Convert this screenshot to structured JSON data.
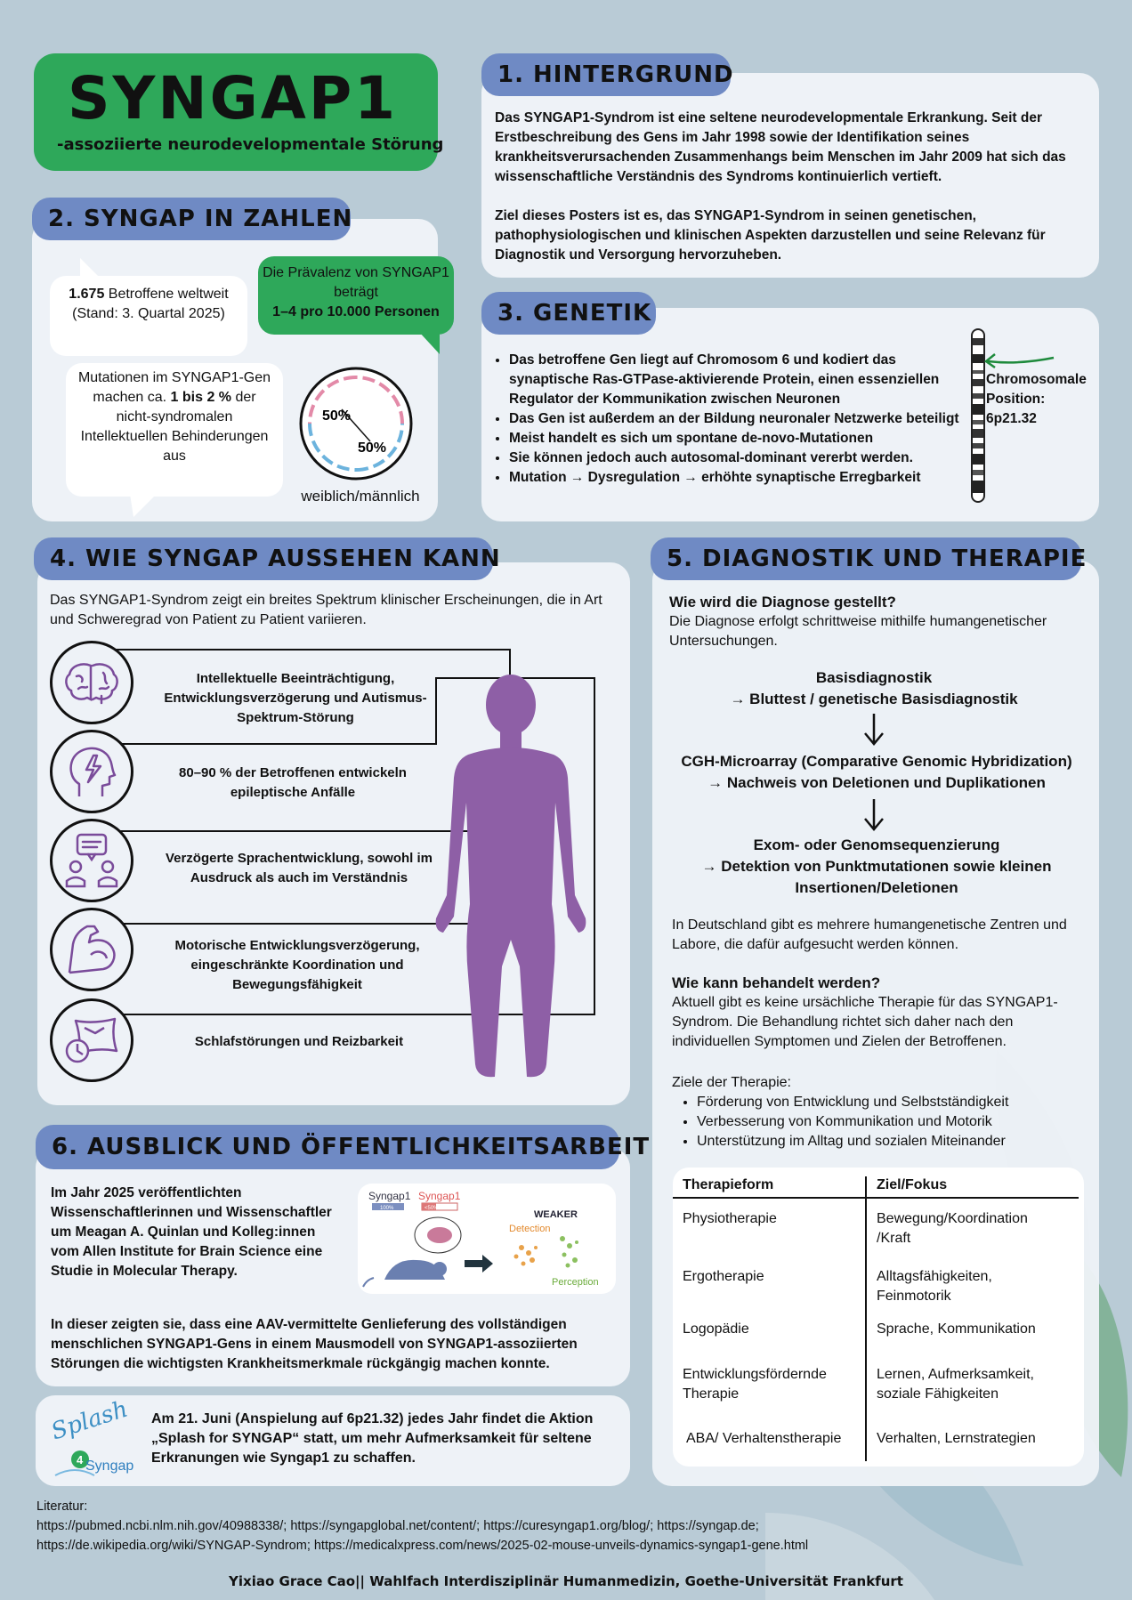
{
  "title": {
    "main": "SYNGAP1",
    "sub": "-assoziierte neurodevelopmentale Störung"
  },
  "sec1": {
    "header": "1.  HINTERGRUND",
    "p1": "Das SYNGAP1-Syndrom ist eine seltene neurodevelopmentale Erkrankung. Seit der Erstbeschreibung des Gens im Jahr 1998 sowie der Identifikation seines krankheitsverursachenden Zusammenhangs beim Menschen im Jahr 2009 hat sich das wissenschaftliche Verständnis des Syndroms kontinuierlich vertieft.",
    "p2": "Ziel dieses Posters ist es, das SYNGAP1-Syndrom in seinen genetischen, pathophysiologischen und klinischen Aspekten darzustellen und seine Relevanz für Diagnostik und Versorgung hervorzuheben."
  },
  "sec2": {
    "header": "2. SYNGAP IN ZAHLEN",
    "affected_number": "1.675",
    "affected_rest": " Betroffene weltweit",
    "affected_stand": "(Stand:  3. Quartal 2025)",
    "prev_line1": "Die Prävalenz von SYNGAP1 beträgt",
    "prev_line2": "1–4 pro 10.000 Personen",
    "mut_a": "Mutationen im SYNGAP1-Gen machen ca. ",
    "mut_b": "1 bis 2 %",
    "mut_c": " der nicht-syndromalen Intellektuellen Behinderungen aus",
    "ratio_female": "50%",
    "ratio_male": "50%",
    "ratio_label": "weiblich/männlich",
    "colors": {
      "female": "#e38aa8",
      "male": "#6cb3dd"
    }
  },
  "sec3": {
    "header": "3. GENETIK",
    "bullets": [
      "Das betroffene Gen liegt auf Chromosom 6 und kodiert das synaptische Ras-GTPase-aktivierende Protein, einen essenziellen Regulator der Kommunikation zwischen Neuronen",
      "Das Gen ist außerdem an der Bildung neuronaler Netzwerke beteiligt",
      "Meist handelt es sich um spontane de-novo-Mutationen",
      "Sie können jedoch auch autosomal-dominant vererbt werden.",
      "Mutation → Dysregulation → erhöhte synaptische Erregbarkeit"
    ],
    "chrom_label": "Chromosomale Position: 6p21.32"
  },
  "sec4": {
    "header": "4. WIE SYNGAP AUSSEHEN KANN",
    "intro": "Das SYNGAP1-Syndrom zeigt ein breites Spektrum klinischer Erscheinungen, die in Art und Schweregrad von Patient zu Patient variieren.",
    "symptoms": [
      "Intellektuelle Beeinträchtigung, Entwicklungsverzögerung und Autismus-Spektrum-Störung",
      "80–90 % der Betroffenen entwickeln epileptische Anfälle",
      "Verzögerte Sprachentwicklung, sowohl im Ausdruck als auch im Verständnis",
      "Motorische Entwicklungsverzögerung, eingeschränkte Koordination und Bewegungsfähigkeit",
      "Schlafstörungen und Reizbarkeit"
    ],
    "icons": [
      "brain-icon",
      "head-lightning-icon",
      "speech-people-icon",
      "muscle-arm-icon",
      "pillow-clock-icon"
    ],
    "figure_color": "#8e5fa6"
  },
  "sec5": {
    "header": "5. DIAGNOSTIK UND THERAPIE",
    "q1": "Wie wird die Diagnose gestellt?",
    "q1_text": "Die Diagnose erfolgt schrittweise mithilfe humangenetischer Untersuchungen.",
    "step1a": "Basisdiagnostik",
    "step1b": "→ Bluttest / genetische Basisdiagnostik",
    "step2a": "CGH-Microarray (Comparative Genomic Hybridization)",
    "step2b": "→ Nachweis von Deletionen und Duplikationen",
    "step3a": "Exom- oder Genomsequenzierung",
    "step3b": "→ Detektion von Punktmutationen sowie kleinen Insertionen/Deletionen",
    "centers": "In Deutschland gibt es mehrere humangenetische Zentren und Labore, die dafür aufgesucht werden können.",
    "q2": "Wie kann behandelt werden?",
    "q2_text": "Aktuell gibt es keine ursächliche Therapie für das SYNGAP1-Syndrom. Die Behandlung richtet sich daher nach den individuellen Symptomen und Zielen der Betroffenen.",
    "goals_title": "Ziele der Therapie:",
    "goals": [
      "Förderung von Entwicklung und Selbstständigkeit",
      "Verbesserung von Kommunikation und Motorik",
      "Unterstützung im Alltag und sozialen Miteinander"
    ],
    "table": {
      "headers": [
        "Therapieform",
        "Ziel/Fokus"
      ],
      "rows": [
        [
          "Physiotherapie",
          "Bewegung/Koordination /Kraft"
        ],
        [
          "Ergotherapie",
          "Alltagsfähigkeiten, Feinmotorik"
        ],
        [
          "Logopädie",
          "Sprache, Kommunikation"
        ],
        [
          "Entwicklungsfördernde Therapie",
          "Lernen, Aufmerksamkeit, soziale Fähigkeiten"
        ],
        [
          "ABA/ Verhaltenstherapie",
          "Verhalten, Lernstrategien"
        ]
      ]
    }
  },
  "sec6": {
    "header": "6. AUSBLICK UND ÖFFENTLICHKEITSARBEIT",
    "p1": "Im Jahr 2025 veröffentlichten Wissenschaftlerinnen und Wissenschaftler um Meagan A. Quinlan und Kolleg:innen vom Allen Institute for Brain Science eine Studie in Molecular Therapy.",
    "p2": "In dieser zeigten sie, dass eine AAV-vermittelte Genlieferung des vollständigen menschlichen SYNGAP1-Gens in einem Mausmodell von SYNGAP1-assoziierten Störungen die wichtigsten Krankheitsmerkmale rückgängig machen konnte.",
    "img": {
      "label1": "Syngap1",
      "bar1": "100%",
      "label2": "Syngap1",
      "bar2": "<50%",
      "weaker": "WEAKER",
      "detection": "Detection",
      "perception": "Perception"
    }
  },
  "splash": {
    "logo_text1": "Splash",
    "logo_text2": "Syngap",
    "text": "Am 21. Juni (Anspielung auf 6p21.32) jedes Jahr findet die Aktion „Splash for SYNGAP“ statt, um mehr Aufmerksamkeit für seltene Erkranungen wie Syngap1 zu schaffen."
  },
  "literature": {
    "label": "Literatur:",
    "line1": "https://pubmed.ncbi.nlm.nih.gov/40988338/; https://syngapglobal.net/content/; https://curesyngap1.org/blog/; https://syngap.de;",
    "line2": "https://de.wikipedia.org/wiki/SYNGAP-Syndrom; https://medicalxpress.com/news/2025-02-mouse-unveils-dynamics-syngap1-gene.html"
  },
  "footer": "Yixiao Grace Cao|| Wahlfach Interdisziplinär Humanmedizin, Goethe-Universität Frankfurt",
  "colors": {
    "background": "#b9cbd6",
    "card": "#eef2f7",
    "header": "#6f8ac4",
    "title_green": "#2ea85a",
    "arrow_green": "#1e8a3c"
  }
}
